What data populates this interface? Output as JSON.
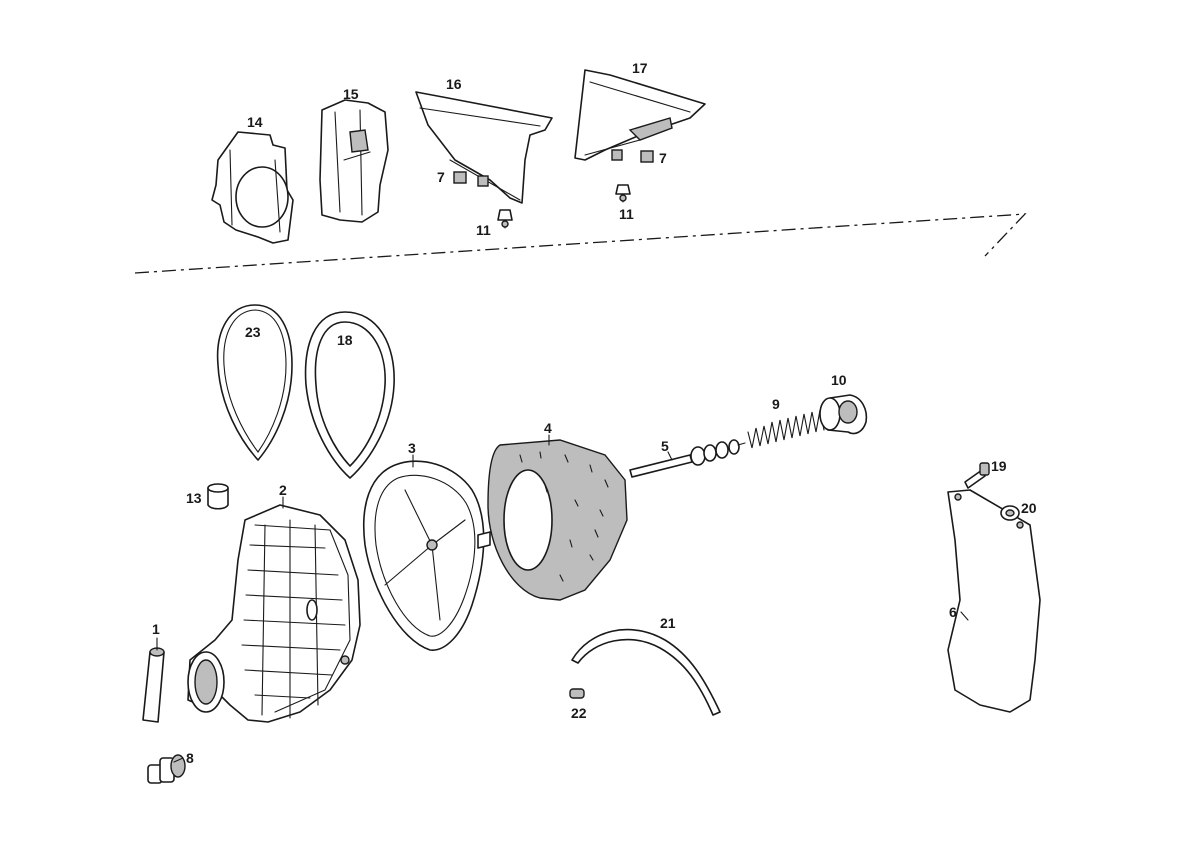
{
  "labels": {
    "l1": "1",
    "l2": "2",
    "l3": "3",
    "l4": "4",
    "l5": "5",
    "l6": "6",
    "l7a": "7",
    "l7b": "7",
    "l8": "8",
    "l9": "9",
    "l10": "10",
    "l11a": "11",
    "l11b": "11",
    "l13": "13",
    "l14": "14",
    "l15": "15",
    "l16": "16",
    "l17": "17",
    "l18": "18",
    "l19": "19",
    "l20": "20",
    "l21": "21",
    "l22": "22",
    "l23": "23"
  }
}
